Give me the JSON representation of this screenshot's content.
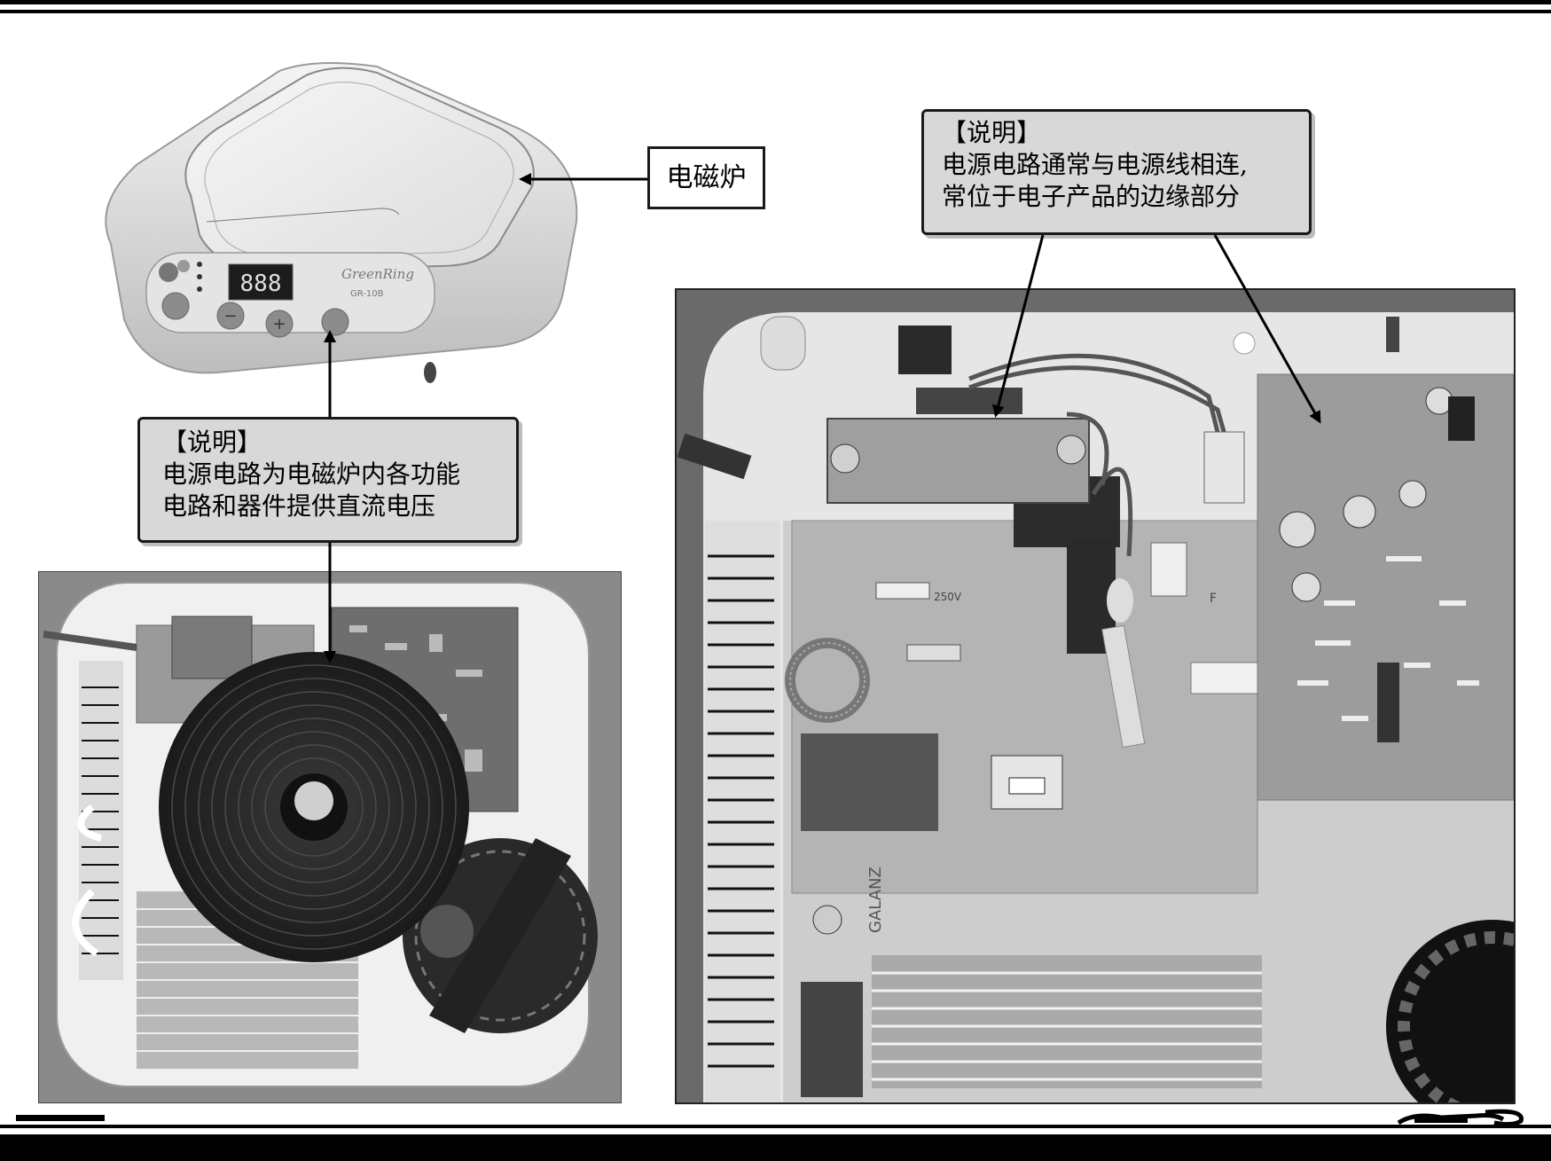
{
  "label_device": "电磁炉",
  "callout_left": {
    "title": "【说明】",
    "lines": [
      "电源电路为电磁炉内各功能",
      "电路和器件提供直流电压"
    ]
  },
  "callout_right": {
    "title": "【说明】",
    "lines": [
      "电源电路通常与电源线相连,",
      "常位于电子产品的边缘部分"
    ]
  },
  "cooker_panel": {
    "display": "888",
    "brand": "GreenRing",
    "model": "GR-10B",
    "buttons": [
      "−",
      "+"
    ]
  },
  "board_silkscreen": {
    "brand": "GALANZ",
    "fuse_label": "250V",
    "marker": "F"
  }
}
